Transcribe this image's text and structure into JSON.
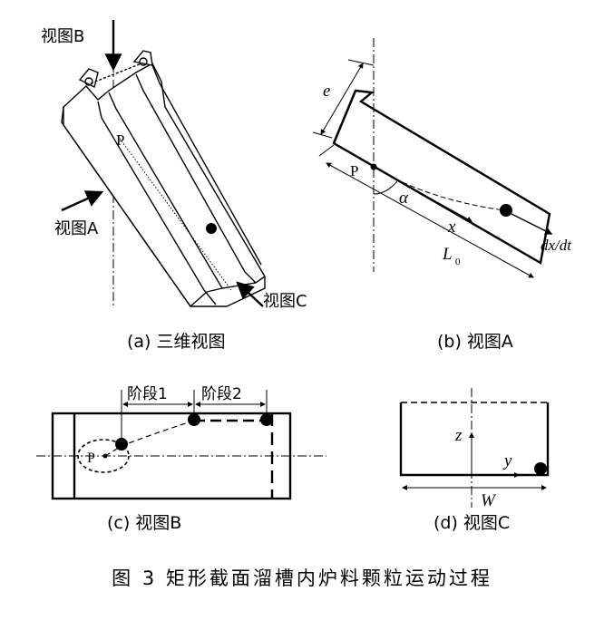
{
  "colors": {
    "ink": "#000000",
    "background": "#ffffff"
  },
  "panel_a": {
    "caption": "(a) 三维视图",
    "view_b_label": "视图B",
    "view_a_label": "视图A",
    "view_c_label": "视图C",
    "point_p": "P"
  },
  "panel_b": {
    "caption": "(b) 视图A",
    "e": "e",
    "point_p": "P",
    "alpha": "α",
    "x": "x",
    "L": "L",
    "L_sub": "0",
    "velocity": "dx/dt"
  },
  "panel_c": {
    "caption": "(c) 视图B",
    "stage1": "阶段1",
    "stage2": "阶段2",
    "point_p": "P"
  },
  "panel_d": {
    "caption": "(d) 视图C",
    "z": "z",
    "y": "y",
    "W": "W"
  },
  "figure_caption": "图 3 矩形截面溜槽内炉料颗粒运动过程"
}
